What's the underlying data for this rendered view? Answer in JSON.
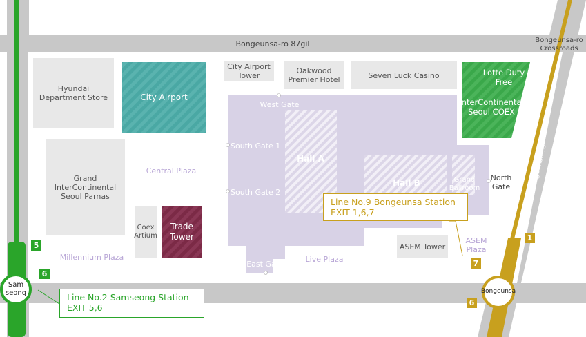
{
  "colors": {
    "road": "#c8c8c8",
    "line2": "#2aa52a",
    "line9": "#c8a01e",
    "coex": "#d8d2e6",
    "building": "#e8e8e8",
    "city_airport": "#4aa8a4",
    "trade_tower": "#7b2a46",
    "lotte": "#3aa84a",
    "plaza_text": "#b8a6d6"
  },
  "roads": {
    "top": "Bongeunsa-ro 87gil",
    "crossroads": "Bongeunsa-ro\nCrossroads",
    "diagonal": "Bongeunsa-ro"
  },
  "buildings": {
    "hyundai": "Hyundai\nDepartment Store",
    "city_airport": "City Airport",
    "grand_parnas": "Grand\nInterContinental\nSeoul Parnas",
    "coex_artium": "Coex\nArtium",
    "trade_tower": "Trade\nTower",
    "city_airport_tower": "City Airport\nTower",
    "oakwood": "Oakwood\nPremier Hotel",
    "seven_luck": "Seven Luck Casino",
    "lotte": "Lotte Duty\nFree",
    "intercontinental": "InterContinental\nSeoul COEX",
    "asem_tower": "ASEM Tower"
  },
  "plazas": {
    "central": "Central Plaza",
    "millennium": "Millennium Plaza",
    "live": "Live Plaza",
    "asem": "ASEM\nPlaza"
  },
  "coex": {
    "hall_a": "Hall A",
    "hall_b": "Hall B",
    "grand_ballroom": "Grand\nBallroom"
  },
  "gates": {
    "west": "West Gate",
    "south1": "South Gate 1",
    "south2": "South Gate 2",
    "east": "East Gate",
    "north": "North\nGate"
  },
  "stations": {
    "samseong": "Sam\nseong",
    "bongeunsa": "Bongeunsa"
  },
  "exits": {
    "line2_5": "5",
    "line2_6": "6",
    "line9_1": "1",
    "line9_7": "7",
    "line9_6": "6"
  },
  "callouts": {
    "line9": "Line No.9 Bongeunsa Station\nEXIT 1,6,7",
    "line2": "Line No.2 Samseong Station\nEXIT 5,6"
  }
}
